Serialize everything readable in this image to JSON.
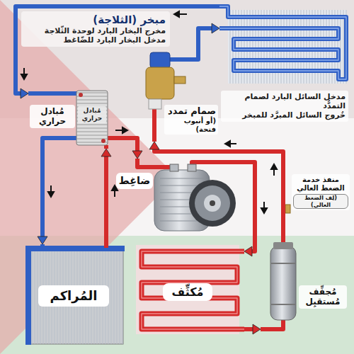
{
  "diagram": {
    "nodes": [
      {
        "text": [
          "مبخر (الثلاجة)",
          "مخرج البخار البارد لوحدة الثّلاجة",
          "مدخل البخار البارد للضّاغط"
        ]
      },
      {
        "text": [
          "صمام تمدد",
          "(أو أنبوب فتحة)"
        ]
      },
      {
        "text": [
          "مُبادل حراري"
        ]
      },
      {
        "text": [
          "ضاغِط"
        ]
      },
      {
        "text": [
          "مُكثِّف"
        ]
      },
      {
        "text": [
          "مُجفِّف مُستقبِل"
        ]
      },
      {
        "text": [
          "المُراكم"
        ]
      }
    ],
    "edges": [
      {
        "from": 3,
        "to": 4,
        "arrow": "to"
      },
      {
        "from": 4,
        "to": 5,
        "arrow": "to"
      },
      {
        "from": 5,
        "to": 1,
        "arrow": "to"
      },
      {
        "from": 1,
        "to": 0,
        "arrow": "to"
      },
      {
        "from": 0,
        "to": 2,
        "arrow": "to"
      },
      {
        "from": 2,
        "to": 6,
        "arrow": "to"
      },
      {
        "from": 6,
        "to": 2,
        "arrow": "to"
      },
      {
        "from": 2,
        "to": 3,
        "arrow": "to"
      }
    ],
    "labels": [
      "مدخل السائل البارد لصمام التمدُّد",
      "خُروج السائل المبرَّد للمبخر",
      "مُبادل حراري",
      "منفذ خدمة الضغط العالي",
      "(لِف الضغط العالي)"
    ]
  }
}
